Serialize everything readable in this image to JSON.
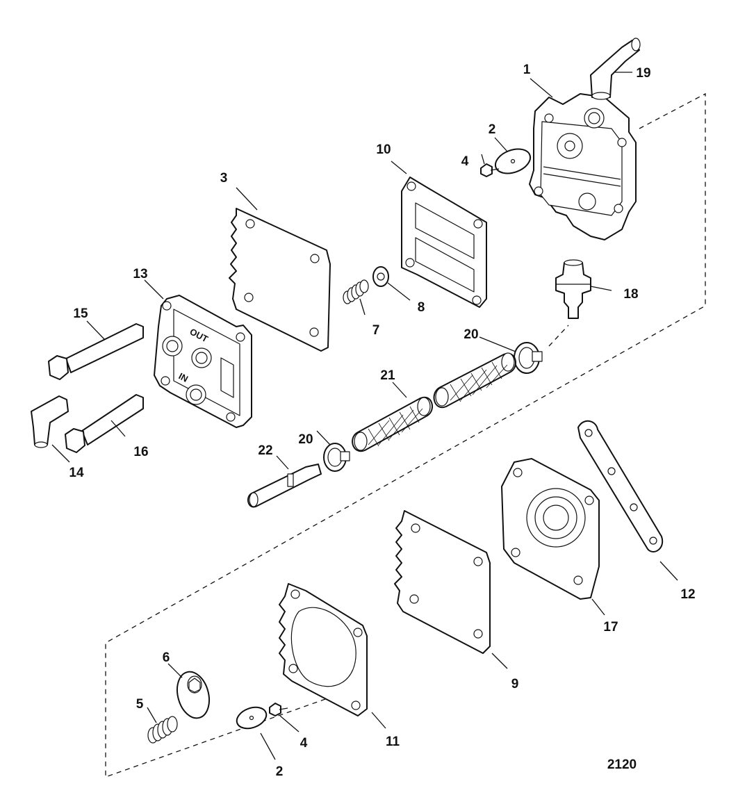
{
  "figure_number": "2120",
  "callouts": [
    {
      "id": "c1",
      "label": "1"
    },
    {
      "id": "c2a",
      "label": "2"
    },
    {
      "id": "c2b",
      "label": "2"
    },
    {
      "id": "c3",
      "label": "3"
    },
    {
      "id": "c4a",
      "label": "4"
    },
    {
      "id": "c4b",
      "label": "4"
    },
    {
      "id": "c5",
      "label": "5"
    },
    {
      "id": "c6",
      "label": "6"
    },
    {
      "id": "c7",
      "label": "7"
    },
    {
      "id": "c8",
      "label": "8"
    },
    {
      "id": "c9",
      "label": "9"
    },
    {
      "id": "c10",
      "label": "10"
    },
    {
      "id": "c11",
      "label": "11"
    },
    {
      "id": "c12",
      "label": "12"
    },
    {
      "id": "c13",
      "label": "13"
    },
    {
      "id": "c14",
      "label": "14"
    },
    {
      "id": "c15",
      "label": "15"
    },
    {
      "id": "c16",
      "label": "16"
    },
    {
      "id": "c17",
      "label": "17"
    },
    {
      "id": "c18",
      "label": "18"
    },
    {
      "id": "c19",
      "label": "19"
    },
    {
      "id": "c20a",
      "label": "20"
    },
    {
      "id": "c20b",
      "label": "20"
    },
    {
      "id": "c21",
      "label": "21"
    },
    {
      "id": "c22",
      "label": "22"
    }
  ],
  "cover_markings": {
    "out": "OUT",
    "in": "IN"
  }
}
